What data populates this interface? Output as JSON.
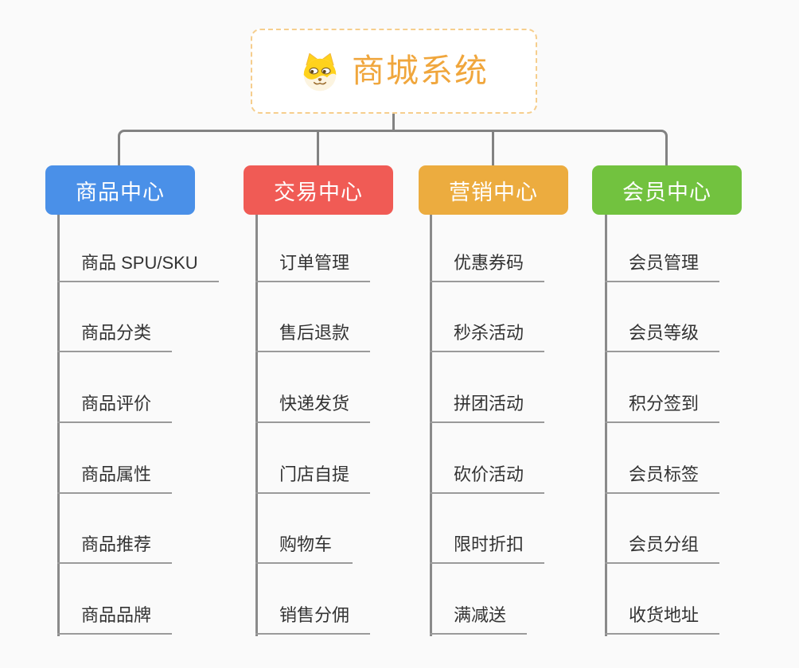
{
  "root": {
    "title": "商城系统",
    "icon": "shiba-dog-icon"
  },
  "colors": {
    "root_title": "#F0A63C",
    "root_border": "#F6CE8D",
    "connector": "#828282",
    "leaf_text": "#333333",
    "leaf_underline": "#9A9A9A",
    "background": "#FAFAFA"
  },
  "branches": [
    {
      "label": "商品中心",
      "color": "#4A90E8",
      "children": [
        "商品 SPU/SKU",
        "商品分类",
        "商品评价",
        "商品属性",
        "商品推荐",
        "商品品牌"
      ]
    },
    {
      "label": "交易中心",
      "color": "#F05B55",
      "children": [
        "订单管理",
        "售后退款",
        "快递发货",
        "门店自提",
        "购物车",
        "销售分佣"
      ]
    },
    {
      "label": "营销中心",
      "color": "#ECAC3F",
      "children": [
        "优惠券码",
        "秒杀活动",
        "拼团活动",
        "砍价活动",
        "限时折扣",
        "满减送"
      ]
    },
    {
      "label": "会员中心",
      "color": "#72C23F",
      "children": [
        "会员管理",
        "会员等级",
        "积分签到",
        "会员标签",
        "会员分组",
        "收货地址"
      ]
    }
  ]
}
